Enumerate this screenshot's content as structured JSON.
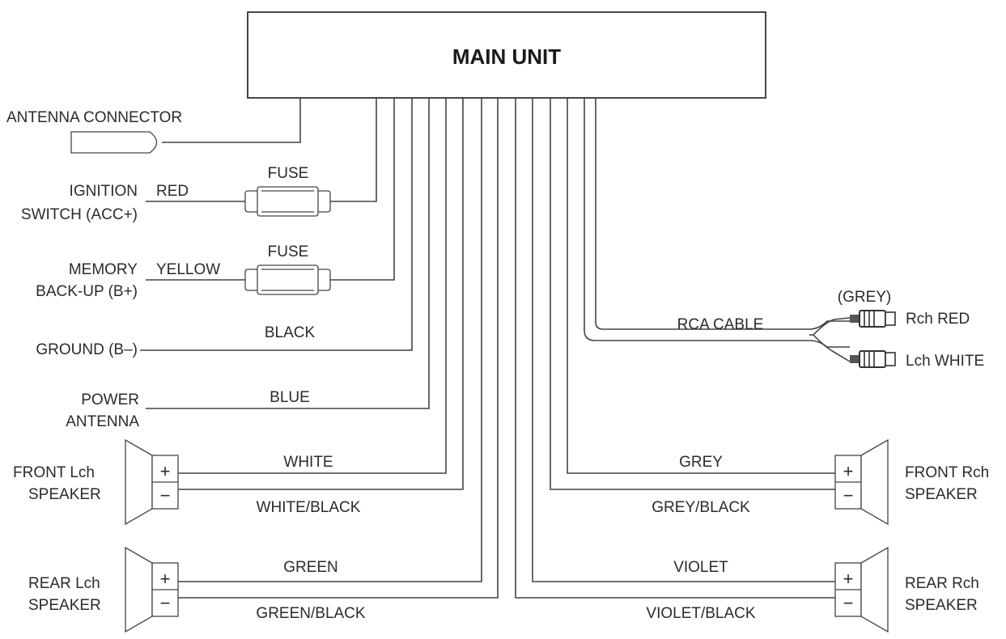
{
  "main_unit": {
    "label": "MAIN UNIT"
  },
  "antenna": {
    "label": "ANTENNA CONNECTOR"
  },
  "fuse_label": "FUSE",
  "ignition": {
    "label_line1": "IGNITION",
    "label_line2": "SWITCH (ACC+)",
    "wire": "RED"
  },
  "memory": {
    "label_line1": "MEMORY",
    "label_line2": "BACK-UP (B+)",
    "wire": "YELLOW"
  },
  "ground": {
    "label": "GROUND (B–)",
    "wire": "BLACK"
  },
  "power_antenna": {
    "label_line1": "POWER",
    "label_line2": "ANTENNA",
    "wire": "BLUE"
  },
  "rca": {
    "label": "RCA CABLE",
    "color_note": "(GREY)",
    "right": "Rch RED",
    "left": "Lch WHITE"
  },
  "speakers": {
    "front_left": {
      "label_line1": "FRONT Lch",
      "label_line2": "SPEAKER",
      "plus_wire": "WHITE",
      "minus_wire": "WHITE/BLACK"
    },
    "rear_left": {
      "label_line1": "REAR Lch",
      "label_line2": "SPEAKER",
      "plus_wire": "GREEN",
      "minus_wire": "GREEN/BLACK"
    },
    "front_right": {
      "label_line1": "FRONT Rch",
      "label_line2": "SPEAKER",
      "plus_wire": "GREY",
      "minus_wire": "GREY/BLACK"
    },
    "rear_right": {
      "label_line1": "REAR Rch",
      "label_line2": "SPEAKER",
      "plus_wire": "VIOLET",
      "minus_wire": "VIOLET/BLACK"
    }
  },
  "symbols": {
    "plus": "+",
    "minus": "−"
  }
}
